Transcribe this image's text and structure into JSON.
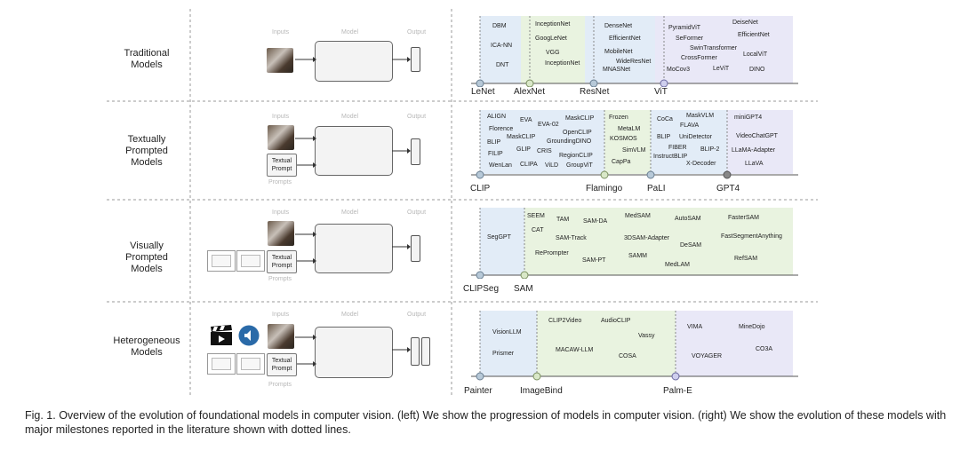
{
  "rows": [
    {
      "label": [
        "Traditional",
        "Models"
      ]
    },
    {
      "label": [
        "Textually",
        "Prompted",
        "Models"
      ]
    },
    {
      "label": [
        "Visually",
        "Prompted",
        "Models"
      ]
    },
    {
      "label": [
        "Heterogeneous",
        "Models"
      ]
    }
  ],
  "diagram_captions": {
    "input": "Inputs",
    "model": "Model",
    "output": "Output",
    "prompts": "Prompts",
    "textual_prompt": "Textual Prompt"
  },
  "timeline": {
    "traditional": {
      "milestones": [
        "LeNet",
        "AlexNet",
        "ResNet",
        "ViT"
      ],
      "groups": [
        [
          "DBM",
          "ICA-NN",
          "DNT"
        ],
        [
          "InceptionNet",
          "GoogLeNet",
          "VGG",
          "InceptionNet"
        ],
        [
          "DenseNet",
          "EfficientNet",
          "MobileNet",
          "WideResNet",
          "MNASNet"
        ],
        [
          "PyramidViT",
          "SeFormer",
          "SwinTransformer",
          "CrossFormer",
          "MoCov3",
          "LeViT",
          "DeiseNet",
          "EfficientNet",
          "LocalViT",
          "DINO"
        ]
      ]
    },
    "textual": {
      "milestones": [
        "CLIP",
        "Flamingo",
        "PaLI",
        "GPT4"
      ],
      "groups": [
        [
          "ALIGN",
          "EVA",
          "EVA-02",
          "MaskCLIP",
          "Florence",
          "OpenCLIP",
          "MaskCLIP",
          "BLIP",
          "GroundingDINO",
          "GLIP",
          "CRIS",
          "FILIP",
          "RegionCLIP",
          "WenLan",
          "CLIPA",
          "ViLD",
          "GroupViT"
        ],
        [
          "Frozen",
          "MetaLM",
          "KOSMOS",
          "SimVLM",
          "CapPa"
        ],
        [
          "CoCa",
          "MaskVLM",
          "FLAVA",
          "BLIP",
          "UniDetector",
          "FIBER",
          "BLIP-2",
          "InstructBLIP",
          "X-Decoder"
        ],
        [
          "miniGPT4",
          "VideoChatGPT",
          "LLaMA-Adapter",
          "LLaVA"
        ]
      ]
    },
    "visual": {
      "milestones": [
        "CLIPSeg",
        "SAM"
      ],
      "groups": [
        [
          "SegGPT"
        ],
        [
          "SEEM",
          "CAT",
          "TAM",
          "SAM-DA",
          "SAM-Track",
          "RePrompter",
          "SAM-PT",
          "MedSAM",
          "AutoSAM",
          "3DSAM-Adapter",
          "DeSAM",
          "SAMM",
          "MedLAM",
          "FasterSAM",
          "FastSegmentAnything",
          "RefSAM"
        ]
      ]
    },
    "hetero": {
      "milestones": [
        "Painter",
        "ImageBind",
        "Palm-E"
      ],
      "groups": [
        [
          "VisionLLM",
          "Prismer"
        ],
        [
          "CLIP2Video",
          "AudioCLIP",
          "Vassy",
          "MACAW-LLM",
          "COSA"
        ],
        [
          "VIMA",
          "MineDojo",
          "VOYAGER",
          "CO3A"
        ]
      ]
    }
  },
  "caption": "Fig. 1. Overview of the evolution of foundational models in computer vision. (left) We show the progression of models in computer vision. (right) We show the evolution of these models with major milestones reported in the literature shown with dotted lines.",
  "colors": {
    "blue_tint": "#e2ecf7",
    "green_tint": "#e9f3e0",
    "purple_tint": "#e9e8f7",
    "node_fill": "#b7c9d8"
  }
}
